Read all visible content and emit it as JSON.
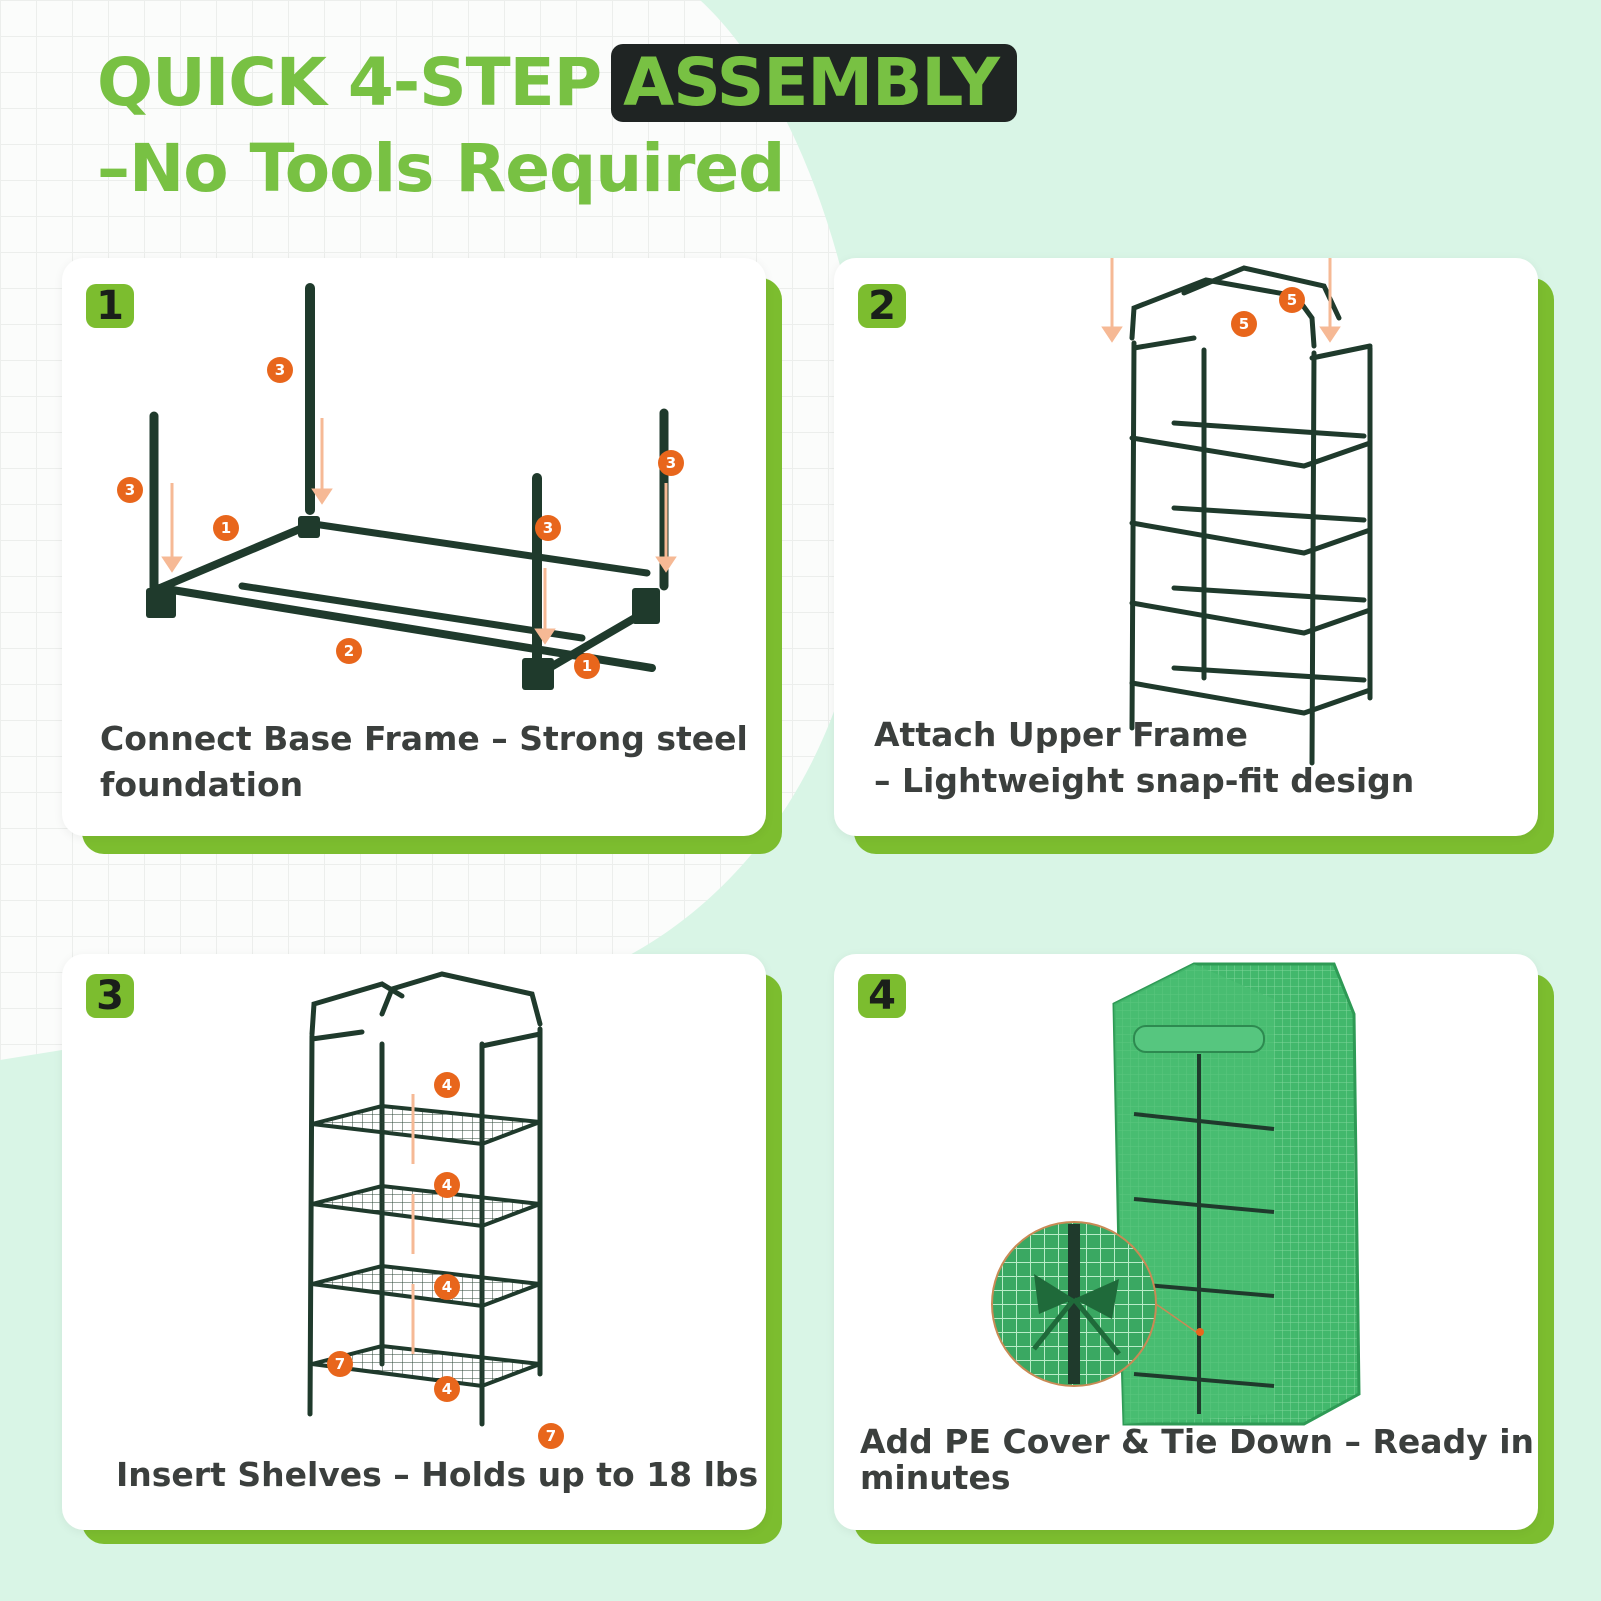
{
  "headline": {
    "part1": "QUICK 4-STEP",
    "highlight": "ASSEMBLY",
    "line2": "–No Tools Required"
  },
  "colors": {
    "brand_green": "#7cbd2f",
    "headline_green": "#78c143",
    "dark_pill": "#1f2423",
    "step_marker_orange": "#e8661c",
    "frame_dark_green": "#1f3a2c",
    "cover_green": "#3fb56a"
  },
  "steps": [
    {
      "number": "1",
      "caption_line1": "Connect Base Frame – Strong steel",
      "caption_line2": "foundation",
      "markers": [
        "3",
        "3",
        "3",
        "3",
        "1",
        "1",
        "2"
      ]
    },
    {
      "number": "2",
      "caption_line1": "Attach Upper Frame",
      "caption_line2": "– Lightweight snap-fit design",
      "markers": [
        "5",
        "5"
      ]
    },
    {
      "number": "3",
      "caption_line1": "Insert Shelves – Holds up to 18 lbs",
      "caption_line2": "",
      "markers": [
        "4",
        "4",
        "4",
        "4",
        "7",
        "7"
      ]
    },
    {
      "number": "4",
      "caption_line1": "Add PE Cover & Tie Down – Ready in",
      "caption_line2": "minutes",
      "markers": []
    }
  ]
}
